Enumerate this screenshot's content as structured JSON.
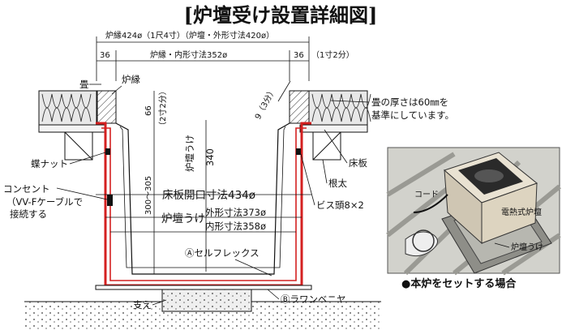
{
  "title": "[炉壇受け設置詳細図]",
  "dimensions": {
    "outer_width": "炉縁424ø（1尺4寸）（炉壇・外形寸法420ø）",
    "left_36": "36",
    "right_36": "36",
    "right_36_note": "（1寸2分）",
    "inner_width": "炉縁・内形寸法352ø",
    "depth_66": "66",
    "depth_66_note": "（2寸2分）",
    "depth_300_305": "300〜305",
    "depth_340": "340",
    "slope_9": "9（3分）",
    "floor_opening": "床板開口寸法434ø",
    "outer_373": "外形寸法373ø",
    "inner_358": "内形寸法358ø"
  },
  "labels": {
    "tatami": "畳",
    "robuchi": "炉縁",
    "tatami_note_1": "畳の厚さは60㎜を",
    "tatami_note_2": "基準にしています。",
    "butterfly_nut": "蝶ナット",
    "outlet": "コンセント",
    "vvf_1": "（VV-Fケーブルで",
    "vvf_2": "接続する",
    "floorboard": "床板",
    "joist": "根太",
    "screw": "ビス頭8×2",
    "rodan_uke_vertical": "炉壇うけ",
    "rodan_uke": "炉壇うけ",
    "self_flex": "Ⓐセルフレックス",
    "support": "支え",
    "lauan": "Ⓑラワンベニヤ"
  },
  "photo": {
    "label_code": "コード",
    "label_electric": "電熱式炉壇",
    "label_uke": "炉壇うけ",
    "caption": "●本炉をセットする場合"
  }
}
